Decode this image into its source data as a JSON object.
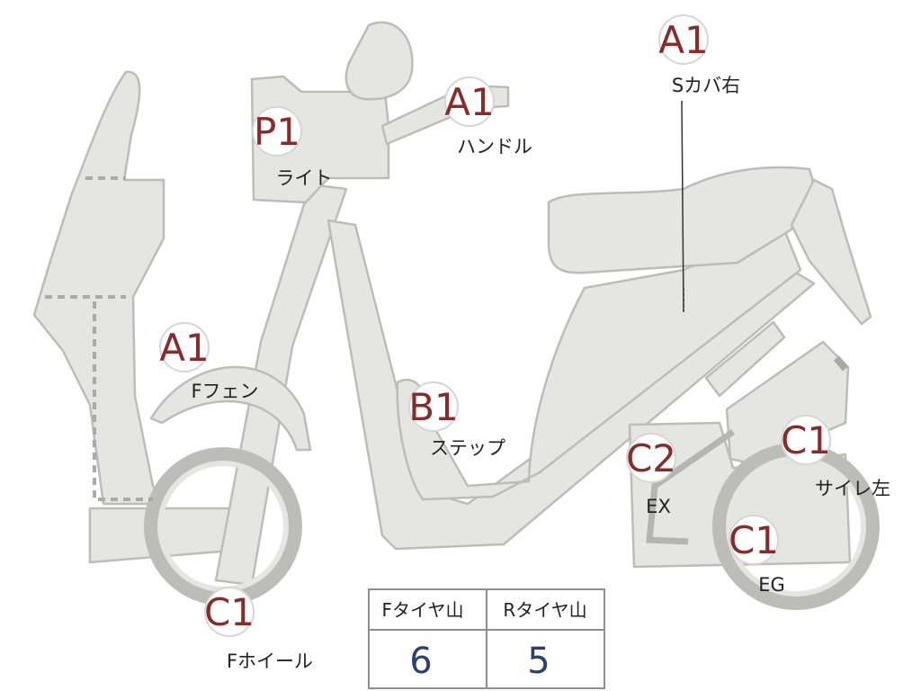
{
  "colors": {
    "body_fill": "#e5e5e2",
    "body_stroke": "#bdbdb8",
    "grade_text": "#8a2a2a",
    "tread_value": "#2c3f7a",
    "table_border": "#8e8e8e"
  },
  "inspection_points": [
    {
      "id": "s-cover-right",
      "grade": "A1",
      "part": "Sカバ右"
    },
    {
      "id": "handle",
      "grade": "A1",
      "part": "ハンドル"
    },
    {
      "id": "light",
      "grade": "P1",
      "part": "ライト"
    },
    {
      "id": "front-fender",
      "grade": "A1",
      "part": "Fフェン"
    },
    {
      "id": "step",
      "grade": "B1",
      "part": "ステップ"
    },
    {
      "id": "exhaust",
      "grade": "C2",
      "part": "EX"
    },
    {
      "id": "silencer-left",
      "grade": "C1",
      "part": "サイレ左"
    },
    {
      "id": "engine",
      "grade": "C1",
      "part": "EG"
    },
    {
      "id": "front-wheel",
      "grade": "C1",
      "part": "Fホイール"
    }
  ],
  "tire_tread": {
    "front_label": "Fタイヤ山",
    "front_value": "6",
    "rear_label": "Rタイヤ山",
    "rear_value": "5"
  }
}
